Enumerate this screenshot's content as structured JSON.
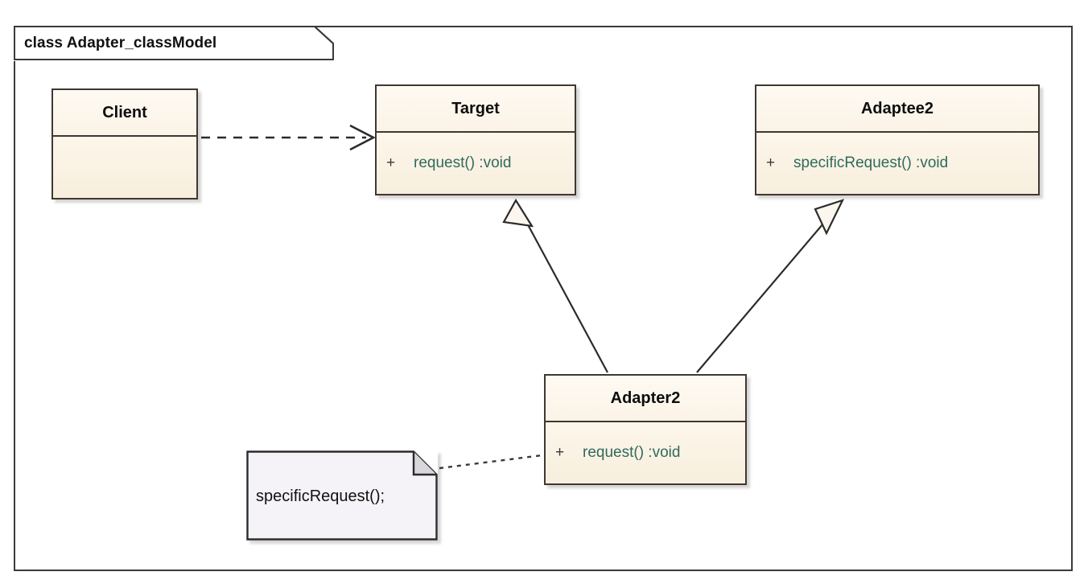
{
  "diagram": {
    "frame_label": "class Adapter_classModel",
    "background": "#ffffff",
    "border_color": "#3a3a3a",
    "class_fill": "#fdf6ec",
    "class_border": "#403733",
    "signature_color": "#2f6b5e",
    "note_fill": "#f5f3f7"
  },
  "classes": {
    "client": {
      "name": "Client",
      "features": []
    },
    "target": {
      "name": "Target",
      "features": [
        {
          "visibility": "+",
          "signature": "request()  :void"
        }
      ]
    },
    "adaptee2": {
      "name": "Adaptee2",
      "features": [
        {
          "visibility": "+",
          "signature": "specificRequest()  :void"
        }
      ]
    },
    "adapter2": {
      "name": "Adapter2",
      "features": [
        {
          "visibility": "+",
          "signature": "request()  :void"
        }
      ]
    }
  },
  "note": {
    "text": "specificRequest();"
  },
  "connectors": [
    {
      "name": "client-to-target",
      "type": "dependency",
      "style": "dashed",
      "arrow": "open",
      "from": "Client",
      "to": "Target"
    },
    {
      "name": "adapter2-to-target",
      "type": "generalization",
      "style": "solid",
      "arrow": "hollow-triangle",
      "from": "Adapter2",
      "to": "Target"
    },
    {
      "name": "adapter2-to-adaptee2",
      "type": "generalization",
      "style": "solid",
      "arrow": "hollow-triangle",
      "from": "Adapter2",
      "to": "Adaptee2"
    },
    {
      "name": "note-anchor",
      "type": "note-link",
      "style": "dotted",
      "arrow": "none",
      "from": "Note",
      "to": "Adapter2"
    }
  ]
}
